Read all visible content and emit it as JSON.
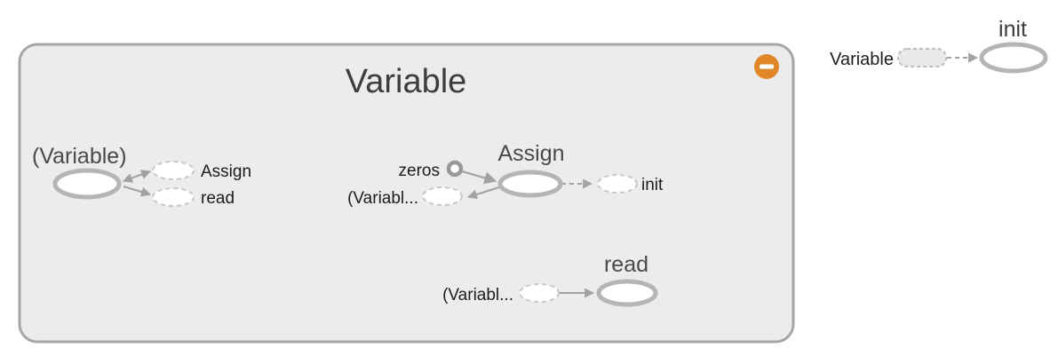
{
  "metanode": {
    "title": "Variable"
  },
  "variable_cluster": {
    "node_label": "(Variable)",
    "assign_ref_label": "Assign",
    "read_ref_label": "read"
  },
  "assign_cluster": {
    "node_label": "Assign",
    "zeros_input_label": "zeros",
    "variable_input_label": "(Variabl...",
    "init_output_label": "init"
  },
  "read_cluster": {
    "node_label": "read",
    "variable_input_label": "(Variabl..."
  },
  "external_cluster": {
    "variable_input_label": "Variable",
    "node_label": "init"
  },
  "colors": {
    "metanode_fill": "#ececec",
    "metanode_border": "#a6a6a6",
    "collapse_button_orange": "#e08728",
    "op_node_stroke": "#b5b5b5",
    "proxy_node_stroke": "#c8c8c8",
    "edge_gray": "#a2a2a2",
    "title_text": "#3d3d3d",
    "annotation_text": "#1c1c1c"
  }
}
